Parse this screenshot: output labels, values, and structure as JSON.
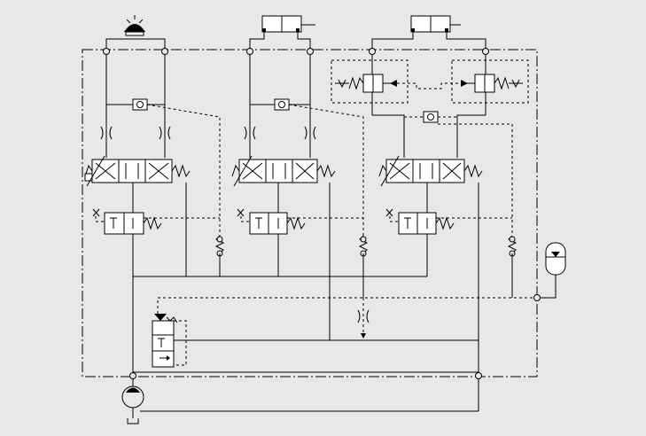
{
  "diagram": {
    "kind": "hydraulic-schematic",
    "labels": [],
    "colors": {
      "background": "#e8e8e8",
      "line": "#000000",
      "paper": "#ffffff"
    },
    "components": {
      "actuators": [
        "hydraulic-motor-icon",
        "double-acting-cylinder-icon",
        "double-acting-cylinder-icon"
      ],
      "directional_valves": 3,
      "pressure_compensators": 3,
      "shuttle_valves": 3,
      "counterbalance_valves": 2,
      "relief_valves": 3,
      "pump": "pump-icon",
      "accumulator": "accumulator-icon",
      "tank": "tank-icon"
    }
  }
}
